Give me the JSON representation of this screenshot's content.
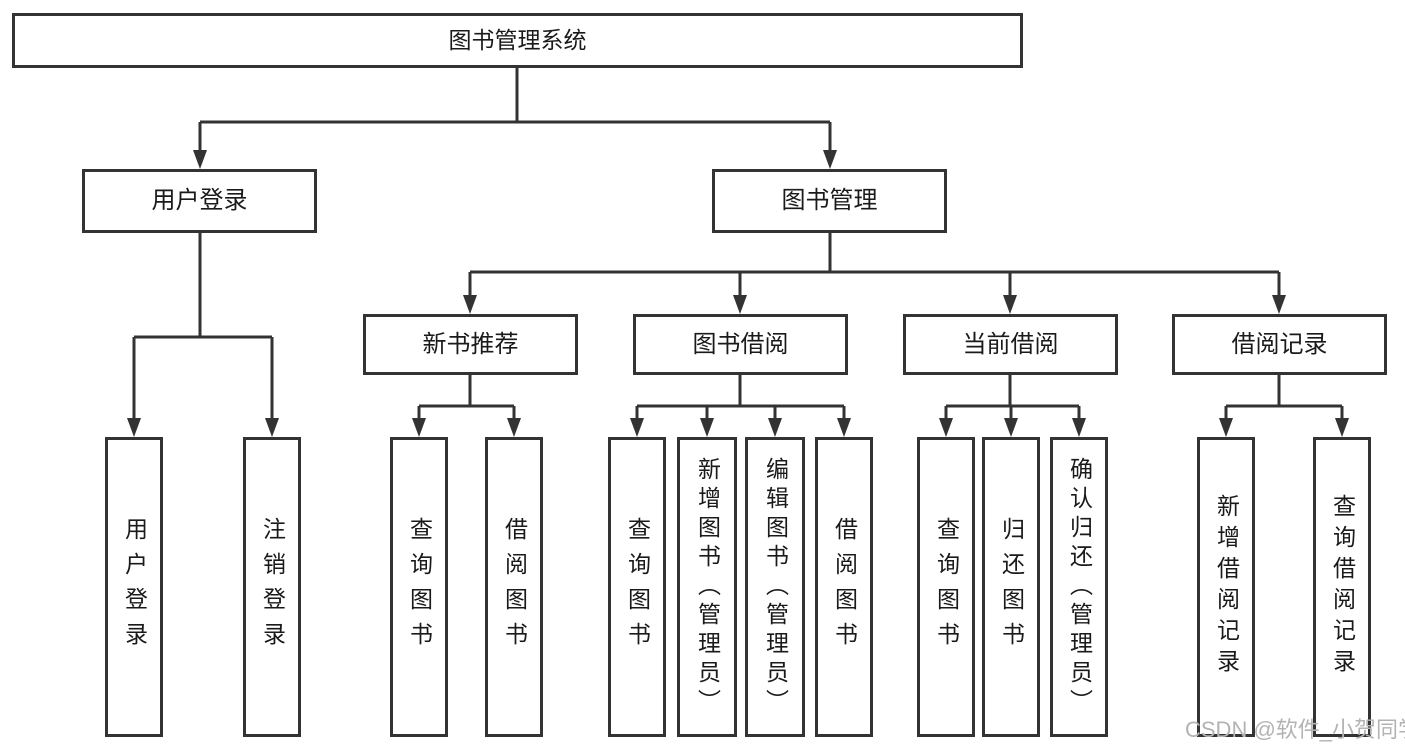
{
  "diagram_title": "图书管理系统",
  "tree": {
    "root": {
      "label": "图书管理系统"
    },
    "branches": [
      {
        "label": "用户登录",
        "children": [
          {
            "label": "用户登录"
          },
          {
            "label": "注销登录"
          }
        ]
      },
      {
        "label": "图书管理",
        "children": [
          {
            "label": "新书推荐",
            "children": [
              {
                "label": "查询图书"
              },
              {
                "label": "借阅图书"
              }
            ]
          },
          {
            "label": "图书借阅",
            "children": [
              {
                "label": "查询图书"
              },
              {
                "label": "新增图书（管理员）"
              },
              {
                "label": "编辑图书（管理员）"
              },
              {
                "label": "借阅图书"
              }
            ]
          },
          {
            "label": "当前借阅",
            "children": [
              {
                "label": "查询图书"
              },
              {
                "label": "归还图书"
              },
              {
                "label": "确认归还（管理员）"
              }
            ]
          },
          {
            "label": "借阅记录",
            "children": [
              {
                "label": "新增借阅记录"
              },
              {
                "label": "查询借阅记录"
              }
            ]
          }
        ]
      }
    ]
  },
  "watermark": {
    "text": "CSDN @软件_小贺同学"
  },
  "colors": {
    "line": "#333333",
    "box_border": "#333333",
    "text": "#1a1a1a",
    "background": "#ffffff",
    "watermark": "#b3b3b3"
  }
}
